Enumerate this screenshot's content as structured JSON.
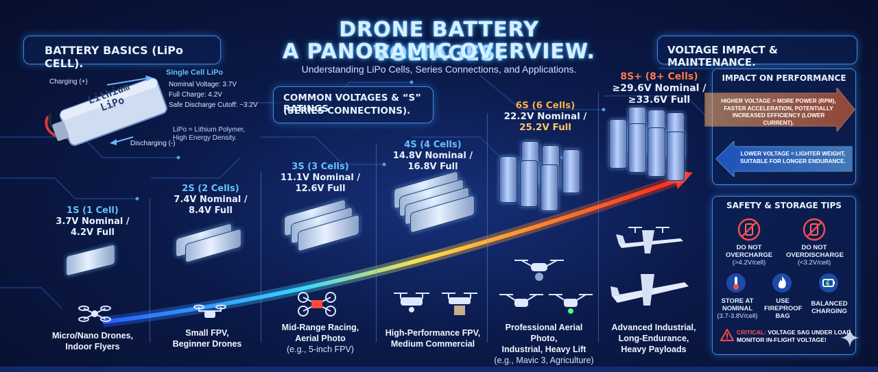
{
  "title": {
    "line1": "DRONE BATTERY VOLTAGES:",
    "line2": "A PANORAMIC OVERVIEW.",
    "subtitle": "Understanding LiPo Cells, Series Connections, and Applications."
  },
  "basics": {
    "heading": "BATTERY BASICS (LiPo CELL).",
    "battery_text": "Lithium LiPo",
    "charging": "Charging (+)",
    "discharging": "Discharging (-)",
    "single_cell": "Single Cell LiPo",
    "nominal": "Nominal Voltage: 3.7V",
    "full": "Full Charge: 4.2V",
    "cutoff": "Safe Discharge Cutoff: ~3.2V",
    "note": "LiPo = Lithium Polymer, High Energy Density."
  },
  "common_heading": {
    "line1": "COMMON VOLTAGES & “S” RATINGS",
    "line2": "(SERIES CONNECTIONS)."
  },
  "tiers": [
    {
      "name": "1S (1 Cell)",
      "nominal": "3.7V Nominal /",
      "full": "4.2V Full",
      "app1": "Micro/Nano Drones,",
      "app2": "Indoor Flyers",
      "note": ""
    },
    {
      "name": "2S (2 Cells)",
      "nominal": "7.4V Nominal /",
      "full": "8.4V Full",
      "app1": "Small FPV,",
      "app2": "Beginner Drones",
      "note": ""
    },
    {
      "name": "3S (3 Cells)",
      "nominal": "11.1V Nominal /",
      "full": "12.6V Full",
      "app1": "Mid-Range Racing,",
      "app2": "Aerial Photo",
      "note": "(e.g., 5-inch FPV)"
    },
    {
      "name": "4S (4 Cells)",
      "nominal": "14.8V Nominal /",
      "full": "16.8V Full",
      "app1": "High-Performance FPV,",
      "app2": "Medium Commercial",
      "note": ""
    },
    {
      "name": "6S (6 Cells)",
      "nominal": "22.2V Nominal /",
      "full": "25.2V Full",
      "app1": "Professional Aerial Photo,",
      "app2": "Industrial, Heavy Lift",
      "note": "(e.g., Mavic 3, Agriculture)"
    },
    {
      "name": "8S+ (8+ Cells)",
      "nominal": "≥29.6V Nominal /",
      "full": "≥33.6V Full",
      "app1": "Advanced Industrial,",
      "app2": "Long-Endurance,",
      "note": "Heavy Payloads"
    }
  ],
  "impact": {
    "heading": "VOLTAGE IMPACT & MAINTENANCE.",
    "perf_heading": "IMPACT ON PERFORMANCE",
    "higher": "HIGHER VOLTAGE = MORE POWER (RPM), FASTER ACCELERATION, POTENTIALLY INCREASED EFFICIENCY (LOWER CURRENT).",
    "lower": "LOWER VOLTAGE = LIGHTER WEIGHT, SUITABLE FOR LONGER ENDURANCE."
  },
  "safety": {
    "heading": "SAFETY & STORAGE TIPS",
    "tips": [
      {
        "title": "DO NOT OVERCHARGE",
        "sub": "(>4.2V/cell)",
        "icon": "no-overcharge-icon"
      },
      {
        "title": "DO NOT OVERDISCHARGE",
        "sub": "(<3.2V/cell)",
        "icon": "no-overdischarge-icon"
      },
      {
        "title": "STORE AT NOMINAL",
        "sub": "(3.7-3.8V/cell)",
        "icon": "thermometer-icon"
      },
      {
        "title": "USE FIREPROOF BAG",
        "sub": "",
        "icon": "fire-icon"
      },
      {
        "title": "BALANCED CHARGING",
        "sub": "",
        "icon": "battery-charging-icon"
      }
    ],
    "critical_label": "CRITICAL:",
    "critical_text1": "VOLTAGE SAG UNDER LOAD.",
    "critical_text2": "MONITOR IN-FLIGHT VOLTAGE!"
  },
  "colors": {
    "accent": "#63c3ff",
    "panel_border": "#3f8ee8",
    "arrow_start": "#3a6cff",
    "arrow_mid": "#ffd23a",
    "arrow_end": "#ff3a2a",
    "warning": "#ff4a4a"
  }
}
